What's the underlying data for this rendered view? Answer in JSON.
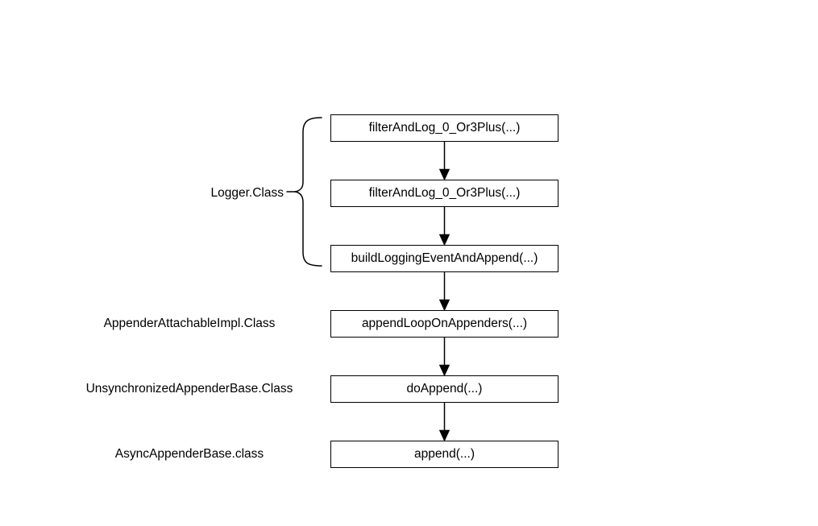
{
  "diagram": {
    "nodes": [
      {
        "label": "filterAndLog_0_Or3Plus(...)"
      },
      {
        "label": "filterAndLog_0_Or3Plus(...)"
      },
      {
        "label": "buildLoggingEventAndAppend(...)"
      },
      {
        "label": "appendLoopOnAppenders(...)",
        "class_label": "AppenderAttachableImpl.Class"
      },
      {
        "label": "doAppend(...)",
        "class_label": "UnsynchronizedAppenderBase.Class"
      },
      {
        "label": "append(...)",
        "class_label": "AsyncAppenderBase.class"
      }
    ],
    "brace_group": {
      "label": "Logger.Class",
      "nodes_spanned": [
        0,
        1,
        2
      ]
    },
    "edges": [
      {
        "from": 0,
        "to": 1
      },
      {
        "from": 1,
        "to": 2
      },
      {
        "from": 2,
        "to": 3
      },
      {
        "from": 3,
        "to": 4
      },
      {
        "from": 4,
        "to": 5
      }
    ],
    "colors": {
      "background": "#ffffff",
      "stroke": "#000000",
      "text": "#000000"
    }
  }
}
